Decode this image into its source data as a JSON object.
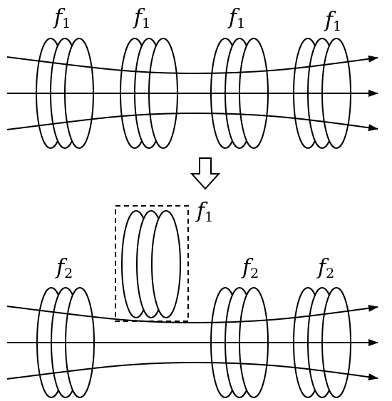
{
  "top_panel": {
    "coil_labels": [
      {
        "symbol": "f",
        "subscript": "1"
      },
      {
        "symbol": "f",
        "subscript": "1"
      },
      {
        "symbol": "f",
        "subscript": "1"
      },
      {
        "symbol": "f",
        "subscript": "1"
      }
    ]
  },
  "bottom_panel": {
    "removed_label": {
      "symbol": "f",
      "subscript": "1"
    },
    "coil_labels": [
      {
        "symbol": "f",
        "subscript": "2"
      },
      {
        "symbol": "f",
        "subscript": "2"
      },
      {
        "symbol": "f",
        "subscript": "2"
      }
    ]
  },
  "colors": {
    "stroke": "#000000",
    "background": "#ffffff"
  }
}
